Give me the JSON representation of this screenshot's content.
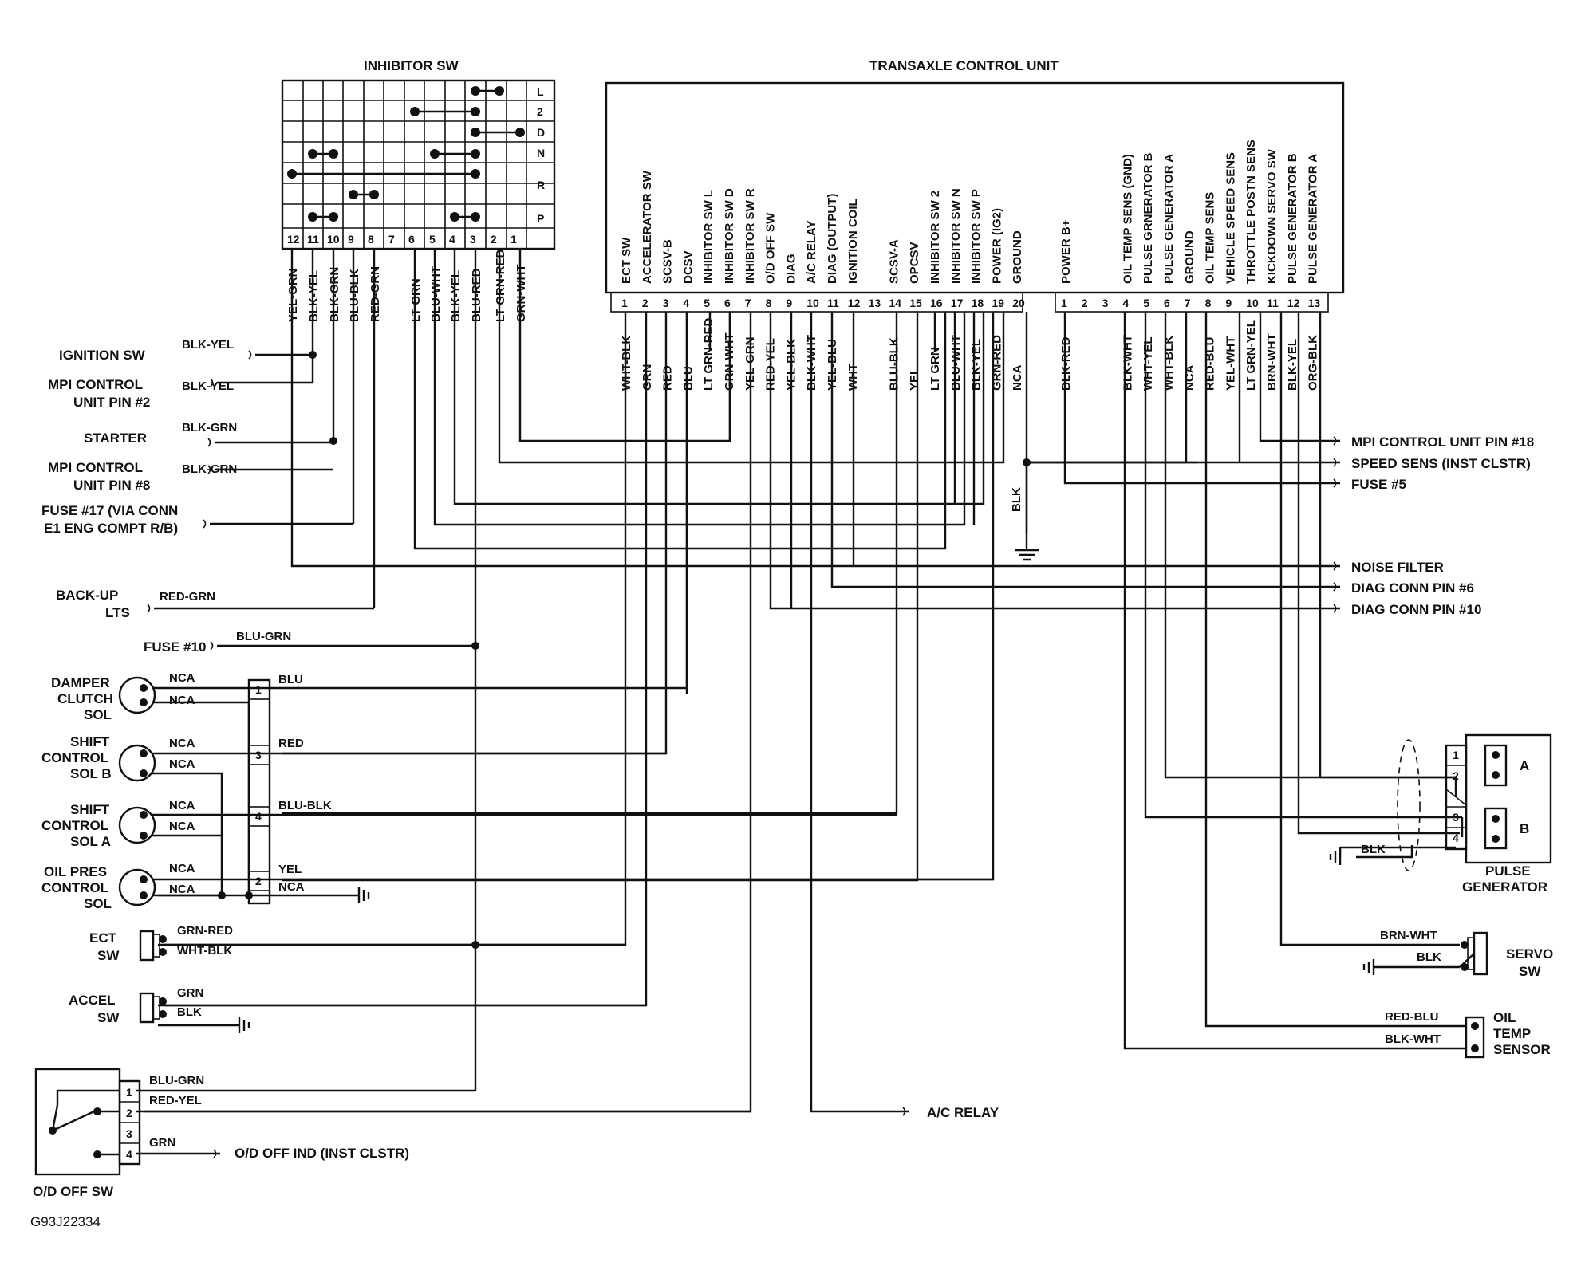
{
  "figure_id": "G93J22334",
  "inhibitor": {
    "title": "INHIBITOR SW",
    "positions": [
      "L",
      "2",
      "D",
      "N",
      "R",
      "P"
    ],
    "pins": [
      "12",
      "11",
      "10",
      "9",
      "8",
      "7",
      "6",
      "5",
      "4",
      "3",
      "2",
      "1"
    ],
    "wires": [
      "YEL-GRN",
      "BLK-YEL",
      "BLK-GRN",
      "BLU-BLK",
      "RED-GRN",
      "LT GRN",
      "BLU-WHT",
      "BLK-YEL",
      "BLU-RED",
      "LT GRN-RED",
      "GRN-WHT"
    ]
  },
  "tcu": {
    "title": "TRANSAXLE CONTROL UNIT",
    "group1": {
      "functions": [
        "ECT SW",
        "ACCELERATOR SW",
        "SCSV-B",
        "DCSV",
        "INHIBITOR SW L",
        "INHIBITOR SW D",
        "INHIBITOR SW R",
        "O/D OFF SW",
        "DIAG",
        "A/C RELAY",
        "DIAG (OUTPUT)",
        "IGNITION COIL",
        "",
        "SCSV-A",
        "OPCSV",
        "INHIBITOR SW 2",
        "INHIBITOR SW N",
        "INHIBITOR SW P",
        "POWER (IG2)",
        "GROUND"
      ],
      "pins": [
        "1",
        "2",
        "3",
        "4",
        "5",
        "6",
        "7",
        "8",
        "9",
        "10",
        "11",
        "12",
        "13",
        "14",
        "15",
        "16",
        "17",
        "18",
        "19",
        "20"
      ],
      "wires": [
        "WHT-BLK",
        "GRN",
        "RED",
        "BLU",
        "LT GRN-RED",
        "GRN-WHT",
        "YEL-GRN",
        "RED-YEL",
        "YEL-BLK",
        "BLK-WHT",
        "YEL-BLU",
        "WHT",
        "",
        "BLU-BLK",
        "YEL",
        "LT GRN",
        "BLU-WHT",
        "BLK-YEL",
        "GRN-RED",
        "NCA"
      ]
    },
    "group2": {
      "functions": [
        "POWER B+",
        "",
        "",
        "OIL TEMP SENS (GND)",
        "PULSE GRNERATOR B",
        "PULSE GENERATOR A",
        "GROUND",
        "OIL TEMP SENS",
        "VEHICLE SPEED SENS",
        "THROTTLE POSTN SENS",
        "KICKDOWN SERVO SW",
        "PULSE GENERATOR B",
        "PULSE GENERATOR A"
      ],
      "pins": [
        "1",
        "2",
        "3",
        "4",
        "5",
        "6",
        "7",
        "8",
        "9",
        "10",
        "11",
        "12",
        "13"
      ],
      "wires": [
        "BLK-RED",
        "",
        "",
        "BLK-WHT",
        "WHT-YEL",
        "WHT-BLK",
        "NCA",
        "RED-BLU",
        "YEL-WHT",
        "LT GRN-YEL",
        "BRN-WHT",
        "BLK-YEL",
        "ORG-BLK"
      ]
    }
  },
  "left_labels": {
    "ignition_sw": "IGNITION SW",
    "ignition_wire": "BLK-YEL",
    "mpi2_line1": "MPI CONTROL",
    "mpi2_line2": "UNIT PIN #2",
    "mpi2_wire": "BLK-YEL",
    "starter": "STARTER",
    "starter_wire": "BLK-GRN",
    "mpi8_line1": "MPI CONTROL",
    "mpi8_line2": "UNIT PIN #8",
    "mpi8_wire": "BLK-GRN",
    "fuse17_line1": "FUSE #17 (VIA CONN",
    "fuse17_line2": "E1 ENG COMPT R/B)",
    "backup_line1": "BACK-UP",
    "backup_line2": "LTS",
    "backup_wire": "RED-GRN",
    "fuse10": "FUSE #10",
    "fuse10_wire": "BLU-GRN",
    "blk_ground": "BLK"
  },
  "right_labels": {
    "mpi18": "MPI CONTROL UNIT PIN #18",
    "speed_sens": "SPEED SENS (INST CLSTR)",
    "fuse5": "FUSE #5",
    "noise_filter": "NOISE FILTER",
    "diag6": "DIAG CONN PIN #6",
    "diag10": "DIAG CONN PIN #10",
    "ac_relay": "A/C RELAY"
  },
  "solenoids": {
    "nca": "NCA",
    "damper": [
      "DAMPER",
      "CLUTCH",
      "SOL"
    ],
    "shift_b": [
      "SHIFT",
      "CONTROL",
      "SOL B"
    ],
    "shift_a": [
      "SHIFT",
      "CONTROL",
      "SOL A"
    ],
    "oil_pres": [
      "OIL PRES",
      "CONTROL",
      "SOL"
    ],
    "connector_pins": [
      "1",
      "3",
      "4",
      "2"
    ],
    "wires": [
      "BLU",
      "RED",
      "BLU-BLK",
      "YEL",
      "NCA"
    ]
  },
  "switches": {
    "ect": [
      "ECT",
      "SW"
    ],
    "ect_wires": [
      "GRN-RED",
      "WHT-BLK"
    ],
    "accel": [
      "ACCEL",
      "SW"
    ],
    "accel_wires": [
      "GRN",
      "BLK"
    ]
  },
  "od_off": {
    "label": "O/D OFF SW",
    "pins": [
      "1",
      "2",
      "3",
      "4"
    ],
    "wires": [
      "BLU-GRN",
      "RED-YEL",
      "GRN"
    ],
    "ind": "O/D OFF IND (INST CLSTR)"
  },
  "pulse_gen": {
    "label": [
      "PULSE",
      "GENERATOR"
    ],
    "pins": [
      "1",
      "2",
      "3",
      "4"
    ],
    "a": "A",
    "b": "B",
    "ground_wire": "BLK"
  },
  "servo": {
    "label": [
      "SERVO",
      "SW"
    ],
    "wires": [
      "BRN-WHT",
      "BLK"
    ]
  },
  "oil_temp": {
    "label": [
      "OIL",
      "TEMP",
      "SENSOR"
    ],
    "wires": [
      "RED-BLU",
      "BLK-WHT"
    ]
  }
}
